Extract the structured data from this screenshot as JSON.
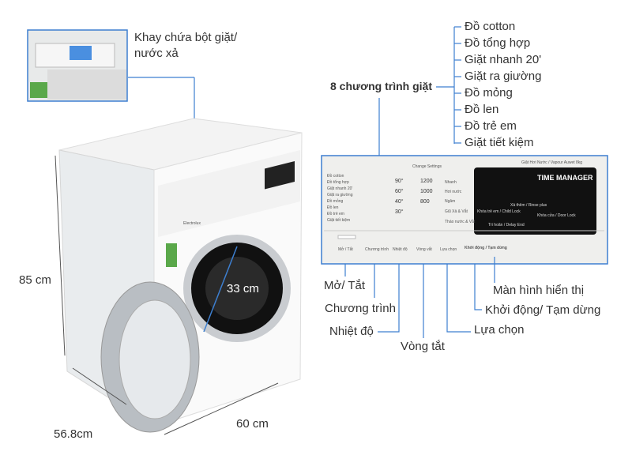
{
  "labels": {
    "drawer": "Khay chứa bột giặt/ nước xả",
    "programs_title": "8 chương trình giặt",
    "height": "85 cm",
    "depth": "56.8cm",
    "width": "60 cm",
    "door": "33 cm"
  },
  "programs": [
    "Đồ cotton",
    "Đồ tổng hợp",
    "Giặt nhanh 20'",
    "Giặt ra giường",
    "Đồ mỏng",
    "Đồ len",
    "Đồ trẻ em",
    "Giặt tiết kiệm"
  ],
  "controls": {
    "power": "Mở/ Tắt",
    "program": "Chương trình",
    "temperature": "Nhiệt độ",
    "spin": "Vòng tắt",
    "option": "Lựa chọn",
    "start": "Khởi động/ Tạm dừng",
    "display": "Màn hình hiển thị"
  },
  "panel": {
    "change_settings": "Change Settings",
    "model": "Giặt Hơi Nước / Vapour Auwet 8kg",
    "time_manager": "TIME MANAGER",
    "temps": [
      "90°",
      "60°",
      "40°",
      "30°"
    ],
    "spins": [
      "1200",
      "1000",
      "800"
    ],
    "options": [
      "Nhanh",
      "Hơi nước",
      "Ngâm",
      "Giũ Xả & Vắt",
      "Tháo nước & Vắt"
    ],
    "child_lock": "Khóa trẻ em / Child Lock",
    "rinse_plus": "Xả thêm / Rinse plus",
    "door_lock": "Khóa cửa / Door Lock",
    "delay_end": "Trì hoãn / Delay End",
    "btn_power": "Mở / Tắt",
    "btn_program": "Chương trình",
    "btn_temp": "Nhiệt độ",
    "btn_spin": "Vòng vắt",
    "btn_option": "Lựa chọn",
    "btn_start": "Khởi động / Tạm dừng"
  },
  "brand": "Electrolux",
  "accent_color": "#3d7fd0"
}
